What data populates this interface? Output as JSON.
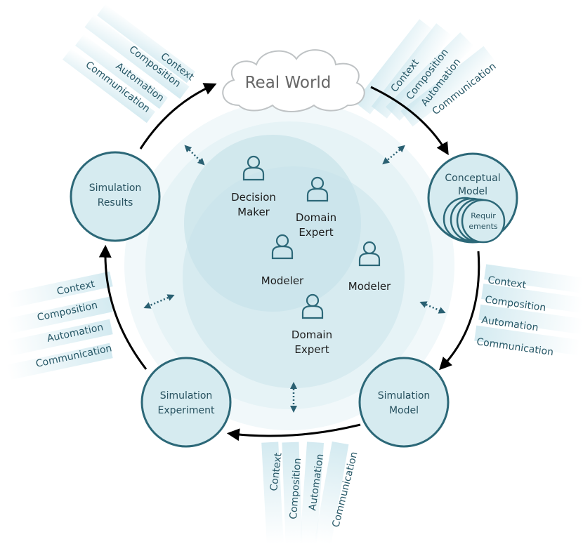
{
  "real_world": "Real World",
  "nodes": {
    "conceptual_model": [
      "Conceptual",
      "Model"
    ],
    "requirements": [
      "Requir",
      "ements"
    ],
    "simulation_model": [
      "Simulation",
      "Model"
    ],
    "simulation_experiment": [
      "Simulation",
      "Experiment"
    ],
    "simulation_results": [
      "Simulation",
      "Results"
    ]
  },
  "people": {
    "decision_maker": [
      "Decision",
      "Maker"
    ],
    "domain_expert_top": [
      "Domain",
      "Expert"
    ],
    "modeler_center": [
      "Modeler"
    ],
    "modeler_right": [
      "Modeler"
    ],
    "domain_expert_bottom": [
      "Domain",
      "Expert"
    ]
  },
  "aspects": [
    "Context",
    "Composition",
    "Automation",
    "Communication"
  ],
  "colors": {
    "ring": "#2c6878",
    "node_fill": "#d6ebf0",
    "arrow": "#000000",
    "dotted_arrow": "#2a6072",
    "ray": "#cfe8ef",
    "halo": "#e6f3f6",
    "text": "#27515f"
  }
}
